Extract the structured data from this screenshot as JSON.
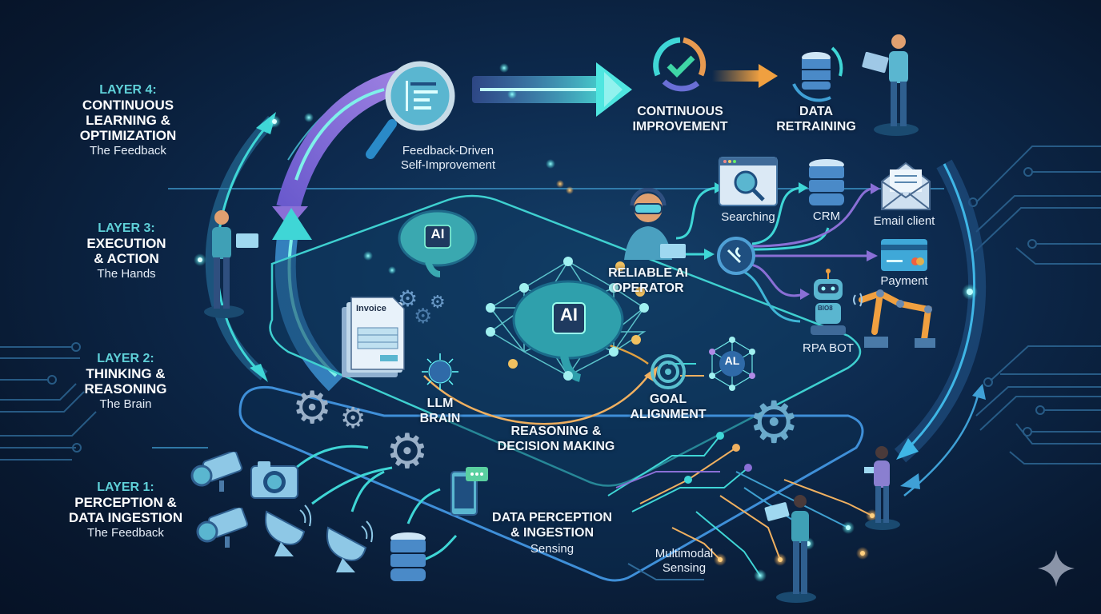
{
  "layers": [
    {
      "number": "LAYER 4:",
      "title_lines": [
        "CONTINUOUS",
        "LEARNING &",
        "OPTIMIZATION"
      ],
      "subtitle": "The Feedback"
    },
    {
      "number": "LAYER 3:",
      "title_lines": [
        "EXECUTION",
        "& ACTION"
      ],
      "subtitle": "The Hands"
    },
    {
      "number": "LAYER 2:",
      "title_lines": [
        "THINKING &",
        "REASONING"
      ],
      "subtitle": "The Brain"
    },
    {
      "number": "LAYER 1:",
      "title_lines": [
        "PERCEPTION &",
        "DATA INGESTION"
      ],
      "subtitle": "The Feedback"
    }
  ],
  "feedback": {
    "line1": "Feedback-Driven",
    "line2": "Self-Improvement"
  },
  "top_flow": {
    "continuous_improvement": [
      "CONTINUOUS",
      "IMPROVEMENT"
    ],
    "data_retraining": [
      "DATA",
      "RETRAINING"
    ]
  },
  "execution": {
    "operator": [
      "RELIABLE AI",
      "OPERATOR"
    ],
    "tools": [
      "Searching",
      "CRM",
      "Email client",
      "Payment",
      "RPA BOT"
    ],
    "bot_chest": "BIO8"
  },
  "reasoning": {
    "invoice": "Invoice",
    "llm": [
      "LLM",
      "BRAIN"
    ],
    "ai_badge": "AI",
    "ai_small": "AI",
    "al_badge": "AL",
    "goal": [
      "GOAL",
      "ALIGNMENT"
    ],
    "plane_title": [
      "REASONING &",
      "DECISION MAKING"
    ]
  },
  "perception": {
    "plane_title": [
      "DATA PERCEPTION",
      "& INGESTION"
    ],
    "plane_sub": "Sensing",
    "multimodal": [
      "Multimodal",
      "Sensing"
    ]
  },
  "colors": {
    "background": "#0b1f3a",
    "cyan": "#3fd6d6",
    "purple": "#8a6fd6",
    "orange": "#f0a040",
    "layer_number": "#5fd0d8"
  }
}
